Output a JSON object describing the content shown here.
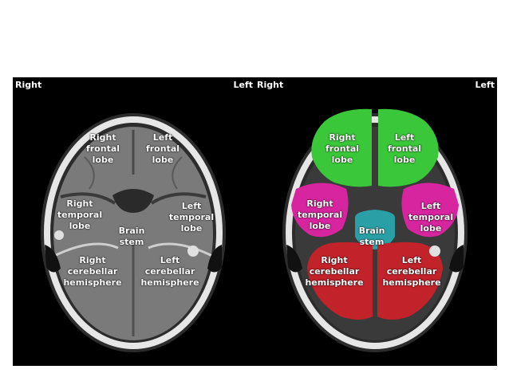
{
  "panels": [
    {
      "orientation": {
        "right": "Right",
        "left": "Left"
      },
      "labels": {
        "right_frontal": "Right\nfrontal\nlobe",
        "left_frontal": "Left\nfrontal\nlobe",
        "right_temporal": "Right\ntemporal\nlobe",
        "left_temporal": "Left\ntemporal\nlobe",
        "brain_stem": "Brain\nstem",
        "right_cerebellar": "Right\ncerebellar\nhemisphere",
        "left_cerebellar": "Left\ncerebellar\nhemisphere"
      }
    },
    {
      "orientation": {
        "right": "Right",
        "left": "Left"
      },
      "labels": {
        "right_frontal": "Right\nfrontal\nlobe",
        "left_frontal": "Left\nfrontal\nlobe",
        "right_temporal": "Right\ntemporal\nlobe",
        "left_temporal": "Left\ntemporal\nlobe",
        "brain_stem": "Brain\nstem",
        "right_cerebellar": "Right\ncerebellar\nhemisphere",
        "left_cerebellar": "Left\ncerebellar\nhemisphere"
      }
    }
  ],
  "colors": {
    "frontal": "#3ac83a",
    "temporal": "#d6259e",
    "brain_stem": "#2aa0a6",
    "cerebellar": "#c2222a",
    "gray_tissue": "#7d7d7d",
    "skull": "#e6e6e6"
  }
}
